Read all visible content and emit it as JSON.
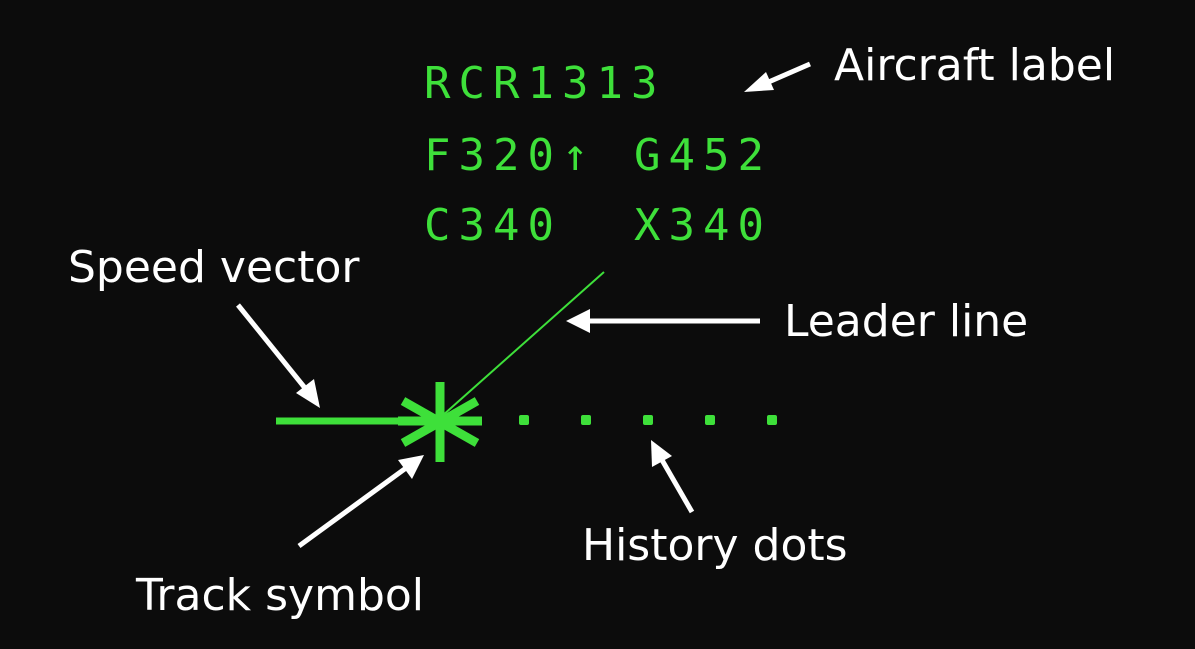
{
  "colors": {
    "background": "#0c0c0c",
    "radar_green": "#3ee03a",
    "annotation_white": "#ffffff"
  },
  "aircraft_label": {
    "callsign": "RCR1313",
    "flight_level": "F320↑",
    "ground_speed": "G452",
    "cleared_level": "C340",
    "exit_level": "X340"
  },
  "annotations": {
    "aircraft_label": "Aircraft label",
    "speed_vector": "Speed vector",
    "leader_line": "Leader line",
    "track_symbol": "Track symbol",
    "history_dots": "History dots"
  },
  "history_dot_count": 5
}
